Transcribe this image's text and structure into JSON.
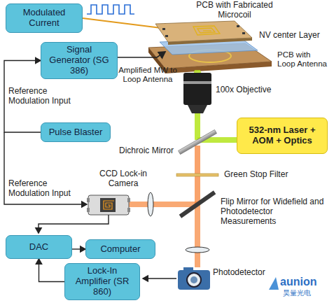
{
  "diagram": {
    "nodes": [
      {
        "text": [
          "Modulated Current"
        ]
      },
      {
        "text": [
          "Signal Generator (SG 386)"
        ]
      },
      {
        "text": [
          "Pulse Blaster"
        ]
      },
      {
        "text": [
          "532-nm Laser + AOM + Optics"
        ]
      },
      {
        "text": [
          "DAC"
        ]
      },
      {
        "text": [
          "Computer"
        ]
      },
      {
        "text": [
          "Lock-In Amplifier (SR 860)"
        ]
      }
    ],
    "edges": [
      {
        "from": 2,
        "to": 1,
        "label": "Reference Modulation Input",
        "arrow": "to"
      },
      {
        "from": 6,
        "to": 4,
        "arrow": "to"
      },
      {
        "from": 4,
        "to": 5,
        "arrow": "to"
      }
    ],
    "labels": [
      "PCB with Fabricated Microcoil",
      "NV center Layer",
      "PCB with Loop Antenna",
      "Amplified MW to Loop Antenna",
      "100x Objective",
      "Reference Modulation Input",
      "Dichroic Mirror",
      "Green Stop Filter",
      "CCD Lock-in Camera",
      "Flip Mirror for Widefield and Photodetector Measurements",
      "Photodetector",
      "aunion",
      "昊量光电"
    ]
  }
}
